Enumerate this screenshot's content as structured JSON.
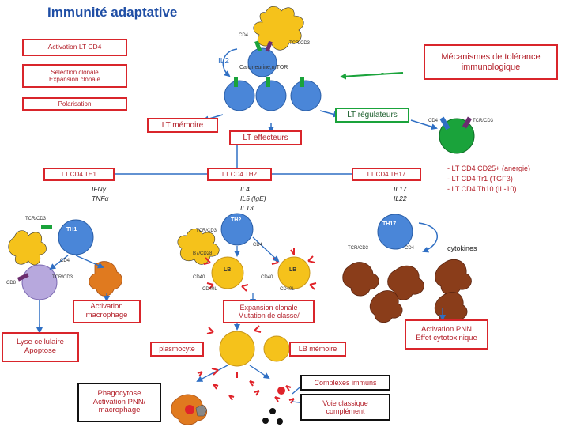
{
  "title": "Immunité adaptative",
  "boxes": {
    "activation_cd4": "Activation LT CD4",
    "selection_1": "Sélection clonale",
    "selection_2": "Expansion clonale",
    "polarisation": "Polarisation",
    "tolerance_1": "Mécanismes de tolérance",
    "tolerance_2": "immunologique",
    "lt_memoire": "LT mémoire",
    "lt_regulateurs": "LT régulateurs",
    "lt_effecteurs": "LT effecteurs",
    "th1": "LT CD4 TH1",
    "th2": "LT CD4 TH2",
    "th17": "LT CD4 TH17",
    "activation_macrophage_1": "Activation",
    "activation_macrophage_2": "macrophage",
    "lyse_1": "Lyse cellulaire",
    "lyse_2": "Apoptose",
    "expansion_mutation_1": "Expansion clonale",
    "expansion_mutation_2": "Mutation de classe/",
    "plasmocyte": "plasmocyte",
    "lb_memoire": "LB mémoire",
    "activation_pnn_1": "Activation PNN",
    "activation_pnn_2": "Effet cytotoxinique",
    "complexes_immuns": "Complexes immuns",
    "voie_classique_1": "Voie classique",
    "voie_classique_2": "complément",
    "phagocytose_1": "Phagocytose",
    "phagocytose_2": "Activation PNN/",
    "phagocytose_3": "macrophage"
  },
  "labels": {
    "il2": "IL2",
    "cd4_top": "CD4",
    "tcr_cd3_top": "TCR/CD3",
    "calcineurine": "Calcineurine,mTOR",
    "minus": "-",
    "cd4_right": "CD4",
    "tcr_cd3_right": "TCR/CD3",
    "reg_1": "- LT CD4 CD25+ (anergie)",
    "reg_2": "- LT CD4 Tr1 (TGFβ)",
    "reg_3": "- LT CD4 Th10 (IL-10)",
    "th1_cytokine_1": "IFNγ",
    "th1_cytokine_2": "TNFα",
    "th2_cytokine_1": "IL4",
    "th2_cytokine_2": "IL5 (IgE)",
    "th2_cytokine_3": "IL13",
    "th17_cytokine_1": "IL17",
    "th17_cytokine_2": "IL22",
    "tcr_cd3_th1": "TCR/CD3",
    "th1_cell": "TH1",
    "cd4_th1": "CD4",
    "cd8": "CD8",
    "tcr_cd3_cd8": "TCR/CD3",
    "th2_cell": "TH2",
    "tcr_cd3_th2": "TCR/CD3",
    "cd4_th2": "CD4",
    "b7": "B7/CD28",
    "cd40_left": "CD40",
    "cd40l_left": "CD40L",
    "lb_left": "LB",
    "cd40_right": "CD40",
    "cd40l_right": "CD40L",
    "lb_right": "LB",
    "th17_cell": "TH17",
    "tcr_cd3_th17": "TCR/CD3",
    "cd4_th17": "CD4",
    "cytokines": "cytokines"
  },
  "colors": {
    "red_box": "#d9252b",
    "green_box": "#1aa33b",
    "title": "#1f4ea5",
    "t_cell": "#4a86d8",
    "treg": "#1aa33b",
    "cd8_cell": "#b7a8dd",
    "antigen": "#f5c21b",
    "macrophage": "#e07a1f",
    "neutrophil": "#8a3d1a",
    "antibody": "#e0232a",
    "arrow": "#2f6fc4"
  }
}
